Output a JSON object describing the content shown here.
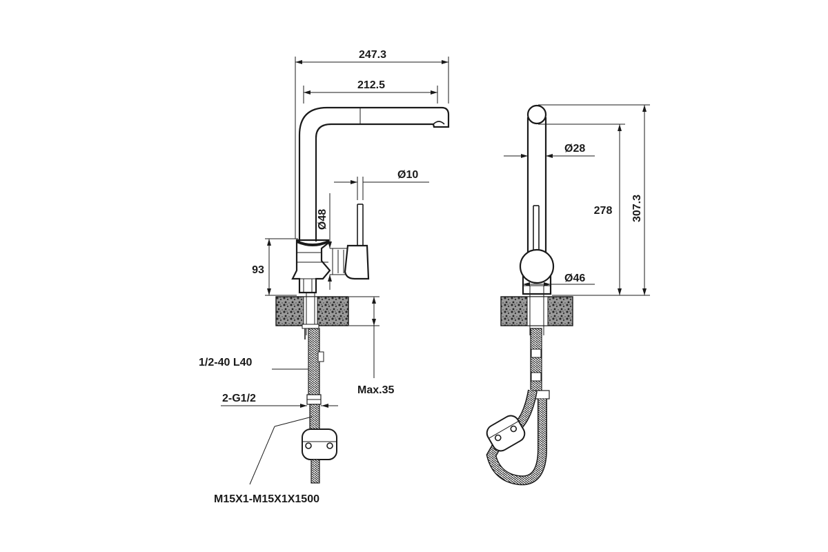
{
  "drawing": {
    "front_view": {
      "overall_reach": "247.3",
      "spout_reach": "212.5",
      "handle_diameter": "Ø10",
      "body_diameter": "Ø48",
      "body_height": "93",
      "thread_label": "1/2-40  L40",
      "inlet_label": "2-G1/2",
      "max_thickness": "Max.35",
      "hose_label": "M15X1-M15X1X1500"
    },
    "side_view": {
      "spout_diameter": "Ø28",
      "spout_height": "278",
      "overall_height": "307.3",
      "base_diameter": "Ø46"
    }
  }
}
